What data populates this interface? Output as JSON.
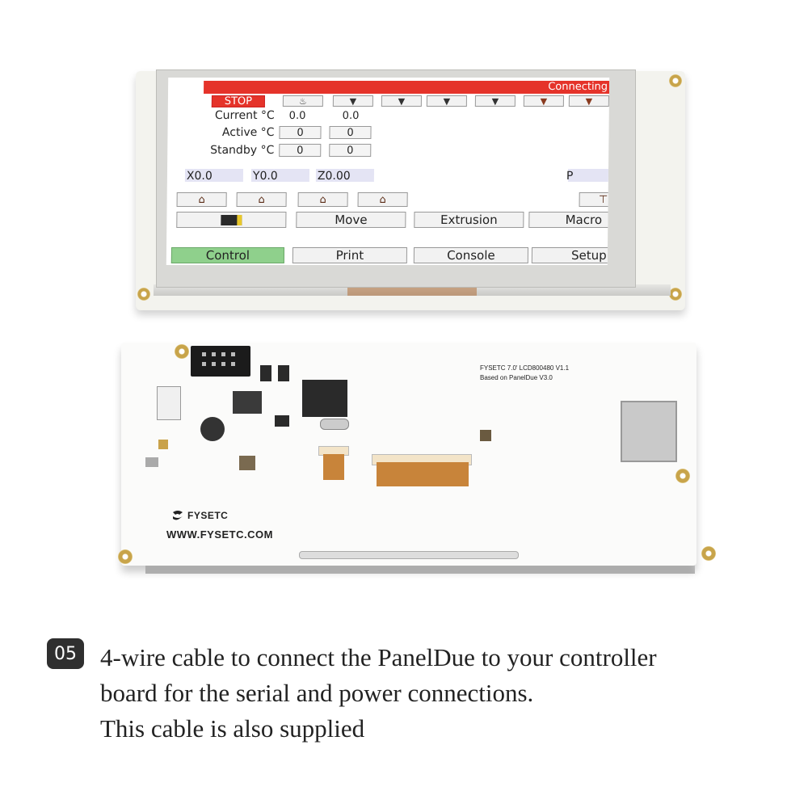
{
  "screen": {
    "status": "Connecting",
    "stop_label": "STOP",
    "rows": {
      "current_label": "Current °C",
      "active_label": "Active °C",
      "standby_label": "Standby °C",
      "current_values": [
        "0.0",
        "0.0"
      ],
      "active_values": [
        "0",
        "0"
      ],
      "standby_values": [
        "0",
        "0"
      ]
    },
    "axes": {
      "x": "X0.0",
      "y": "Y0.0",
      "z": "Z0.00",
      "p": "P"
    },
    "home_buttons": [
      "home-all",
      "home-x",
      "home-y",
      "home-z"
    ],
    "function_buttons": [
      "Move",
      "Extrusion",
      "Macro"
    ],
    "tabs": [
      "Control",
      "Print",
      "Console",
      "Setup"
    ],
    "accent_color": "#e5332a",
    "active_tab_color": "#8fd08c"
  },
  "board": {
    "title_line1": "FYSETC 7.0' LCD800480 V1.1",
    "title_line2": "Based on PanelDue V3.0",
    "brand": "FYSETC",
    "url": "WWW.FYSETC.COM"
  },
  "caption": {
    "number": "05",
    "line1": "4-wire cable to connect the PanelDue to your controller",
    "line2": "board for the serial and power connections.",
    "line3": "This cable is also supplied"
  }
}
